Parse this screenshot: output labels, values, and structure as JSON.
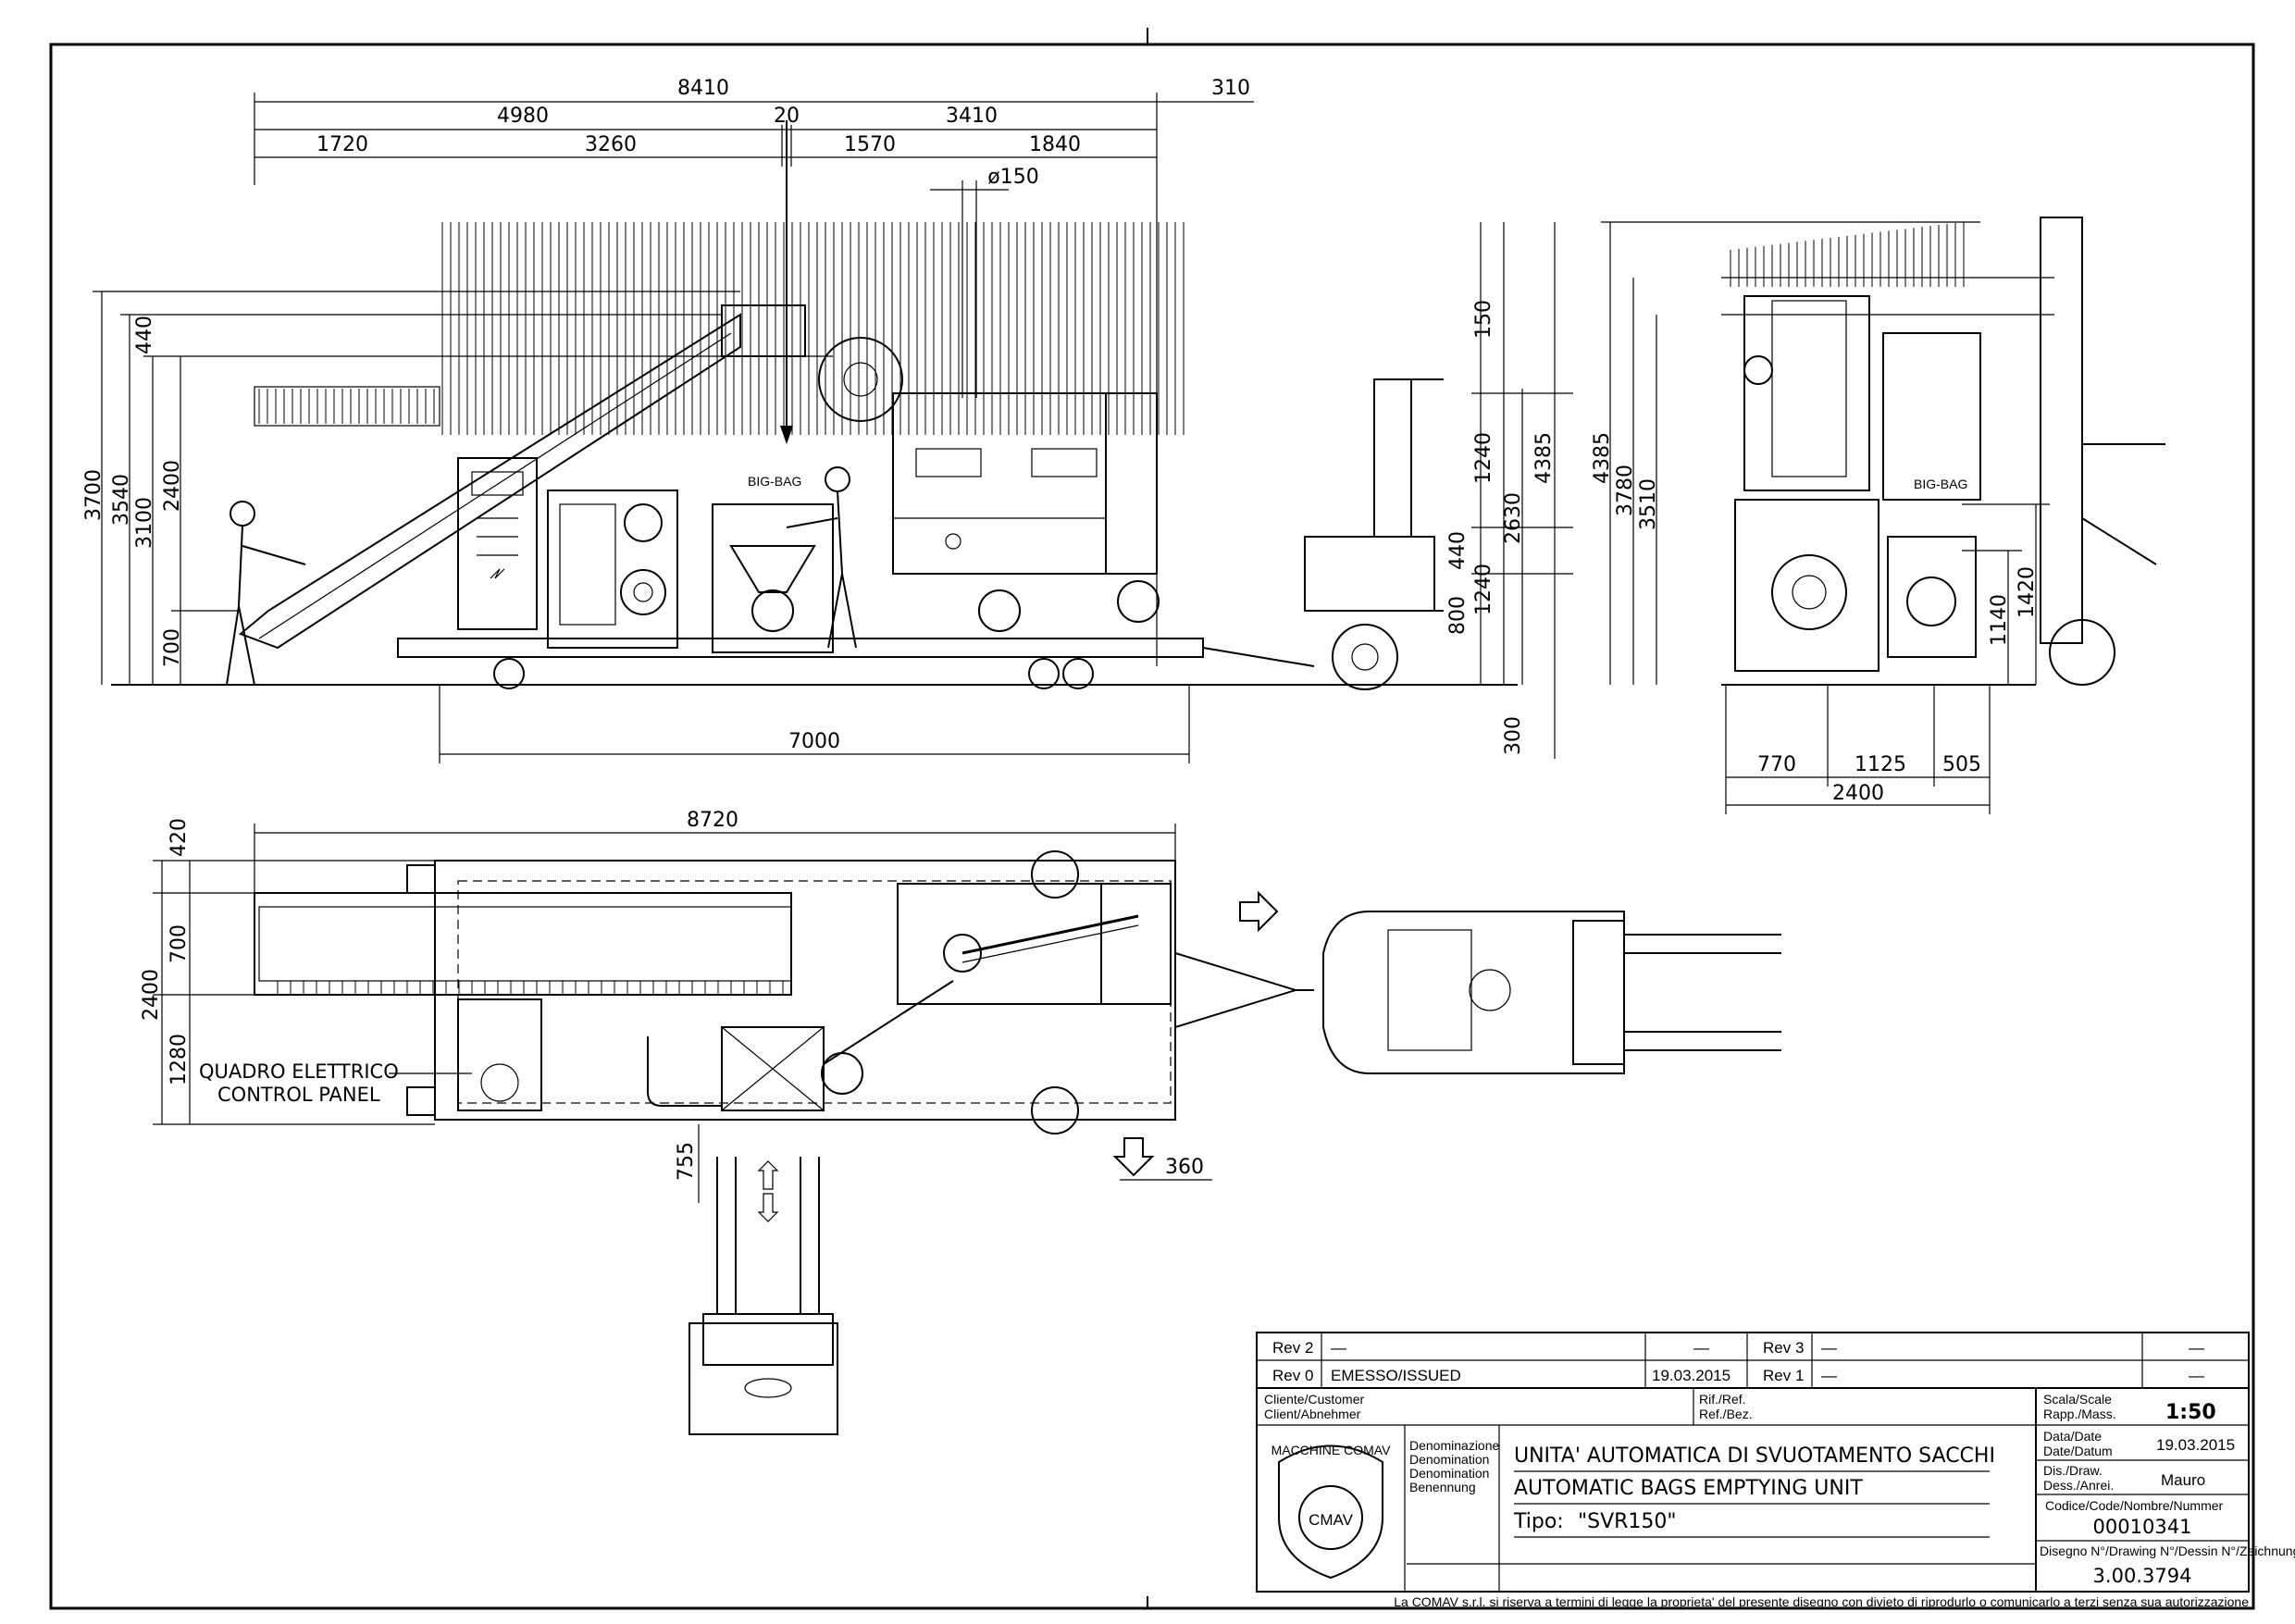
{
  "dimensions": {
    "side_view": {
      "top_row": [
        "8410",
        "310"
      ],
      "second_row": [
        "4980",
        "20",
        "3410"
      ],
      "third_row": [
        "1720",
        "3260",
        "1570",
        "1840"
      ],
      "pipe_diameter": "ø150",
      "left_vertical": [
        "3700",
        "3540",
        "3100",
        "2400",
        "700",
        "440"
      ],
      "right_vertical": [
        "150",
        "1240",
        "4385",
        "2630",
        "440",
        "1240",
        "800",
        "300"
      ],
      "bottom": "7000"
    },
    "end_view": {
      "left_vertical": [
        "4385",
        "3780",
        "3510"
      ],
      "right_vertical": [
        "1420",
        "1140"
      ],
      "bottom_parts": [
        "770",
        "1125",
        "505"
      ],
      "bottom_total": "2400"
    },
    "plan_view": {
      "top": "8720",
      "left_vertical": [
        "420",
        "700",
        "2400",
        "1280"
      ],
      "bottom_left": "755",
      "bottom_right": "360"
    }
  },
  "labels": {
    "control_panel_it": "QUADRO ELETTRICO",
    "control_panel_en": "CONTROL PANEL",
    "big_bag_1": "BIG-BAG",
    "big_bag_2": "BIG-BAG"
  },
  "title_block": {
    "revisions": [
      {
        "rev": "Rev 2",
        "desc": "—",
        "date": "—",
        "rev_b": "Rev 3",
        "desc_b": "—",
        "date_b": "—"
      },
      {
        "rev": "Rev 0",
        "desc": "EMESSO/ISSUED",
        "date": "19.03.2015",
        "rev_b": "Rev 1",
        "desc_b": "—",
        "date_b": "—"
      }
    ],
    "customer_label_1": "Cliente/Customer",
    "customer_label_2": "Client/Abnehmer",
    "ref_label_1": "Rif./Ref.",
    "ref_label_2": "Ref./Bez.",
    "scale_label_1": "Scala/Scale",
    "scale_label_2": "Rapp./Mass.",
    "scale_value": "1:50",
    "date_label_1": "Data/Date",
    "date_label_2": "Date/Datum",
    "date_value": "19.03.2015",
    "drawn_label_1": "Dis./Draw.",
    "drawn_label_2": "Dess./Anrei.",
    "drawn_value": "Mauro",
    "denomination_labels": [
      "Denominazione",
      "Denomination",
      "Denomination",
      "Benennung"
    ],
    "title_it": "UNITA' AUTOMATICA DI SVUOTAMENTO SACCHI",
    "title_en": "AUTOMATIC BAGS EMPTYING UNIT",
    "type_label": "Tipo:",
    "type_value": "\"SVR150\"",
    "code_label": "Codice/Code/Nombre/Nummer",
    "code_value": "00010341",
    "drawing_label": "Disegno N°/Drawing N°/Dessin N°/Zeichnungs N°",
    "drawing_value": "3.00.3794",
    "logo_text": "MACCHINE COMAV",
    "logo_letters": "CMAV"
  },
  "footer": "La COMAV s.r.l. si riserva a termini di legge la proprieta' del presente disegno con divieto di riprodurlo o comunicarlo a terzi senza sua autorizzazione"
}
